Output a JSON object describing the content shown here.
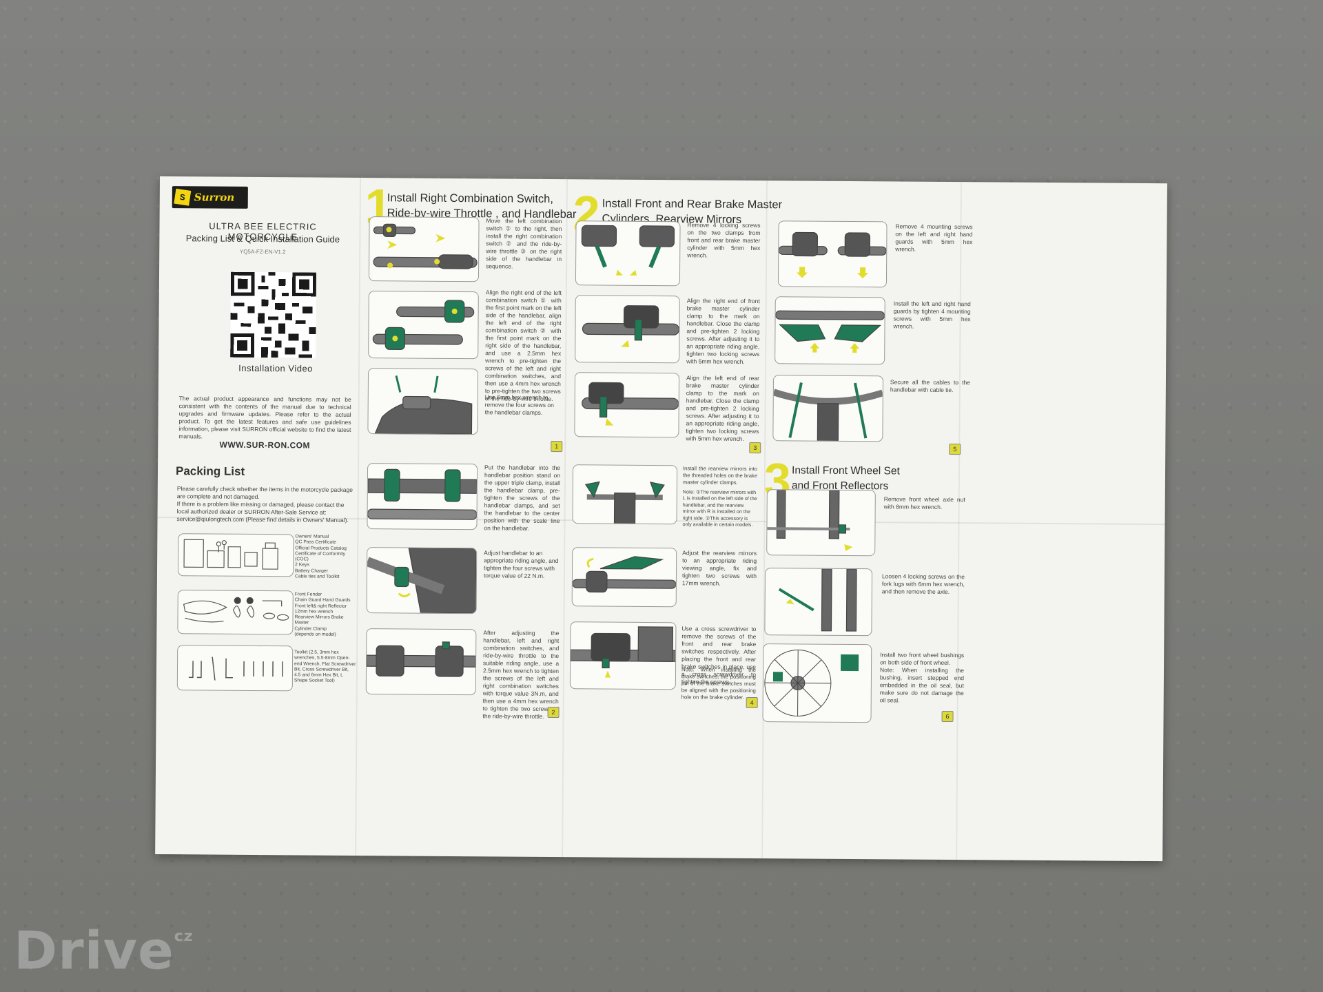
{
  "brand": {
    "logo_text": "Surron"
  },
  "cover": {
    "model": "ULTRA  BEE ELECTRIC  MOTORCYCLE",
    "subtitle": "Packing List & Quick Installation Guide",
    "code": "YQ5A-FZ-EN-V1.2",
    "qr_caption": "Installation Video",
    "disclaimer": "The actual product appearance and functions may not be consistent with the contents of the manual due to technical upgrades and firmware updates. Please refer to the actual product. To get the latest features and safe use guidelines information, please visit SURRON official website to find the latest manuals.",
    "website": "WWW.SUR-RON.COM"
  },
  "packing": {
    "title": "Packing List",
    "intro": "Please carefully check whether the items in the motorcycle package are complete and not damaged.\nIf there is a problem like missing or damaged, please contact the local authorized dealer or SURRON After-Sale Service at:\nservice@qiulongtech.com (Please find details in Owners' Manual).",
    "groups": [
      {
        "items": "Owners' Manual\nQC Pass Certificate\nOfficial Products Catalog\nCertificate of Conformity (COC)\n2 Keys\nBattery Charger\nCable ties and Toolkit"
      },
      {
        "items": "Front Fender\nChain Guard  Hand Guards\nFront left& right Reflector\n12mm hex wrench\nRearview Mirrors  Brake Master\nCylinder Clamp\n(depends on model)"
      },
      {
        "items": "Toolkit (2.5, 3mm hex wrenches, 5.5-8mm Open-end Wrench, Flat Screwdriver Bit, Cross Screwdriver Bit, 4.5 and 6mm Hex Bit, L Shape Socket Tool)"
      }
    ]
  },
  "step1": {
    "number": "1",
    "title": "Install Right Combination Switch,\nRide-by-wire  Throttle , and  Handlebar",
    "texts": [
      "Move the left combination switch ① to the right, then install the right combination switch ② and the ride-by-wire throttle ③ on the right side of the handlebar in sequence.",
      "Align the right end of the left combination switch ① with the first point mark on the left side of the handlebar, align the left end of the right combination switch ② with the first point mark on the right side of the handlebar, and use a 2.5mm hex wrench to pre-tighten the screws of the left and right combination switches, and then use a 4mm hex wrench to pre-tighten the two screws of the ride-by-wire throttle.",
      "Use 6mm hex wrench to remove the four screws on the handlebar clamps.",
      "Put the handlebar into the handlebar position stand on the upper triple clamp, install the handlebar clamp, pre-tighten the screws of the handlebar clamps, and set the handlebar to the center position with the scale line on the handlebar.",
      "Adjust handlebar to an appropriate riding angle, and tighten the four screws with torque value of 22 N.m.",
      "After adjusting the handlebar, left and right combination switches, and ride-by-wire throttle to the suitable riding angle, use a 2.5mm hex wrench to tighten the screws of the left and right combination switches with torque value 3N.m, and then use a 4mm hex wrench to tighten the two screws of the ride-by-wire throttle."
    ],
    "page_top": "1",
    "page_bottom": "2"
  },
  "step2": {
    "number": "2",
    "title": "Install Front and Rear Brake Master\nCylinders, Rearview Mirrors",
    "texts": [
      "Remove 4 locking screws on the two clamps from front and rear brake master cylinder with 5mm hex wrench.",
      "Align the right end of front brake master cylinder clamp to the mark on handlebar. Close the clamp and pre-tighten 2 locking screws. After adjusting it to an appropriate riding angle, tighten two locking screws with 5mm hex wrench.",
      "Align the left end of rear brake master cylinder clamp to the mark on handlebar. Close the clamp and pre-tighten 2 locking screws. After adjusting it to an appropriate riding angle, tighten two locking screws with 5mm hex wrench.",
      "Install the rearview mirrors into the threaded holes on the brake master cylinder clamps.",
      "Note: ①The rearview mirrors with L is installed on the left side of the handlebar, and the rearview mirror with R is installed on the right side. ②This accessory is only available in certain models.",
      "Adjust the rearview mirrors to an appropriate riding viewing angle, fix and tighten two screws with 17mm wrench.",
      "Use a cross screwdriver to remove the screws of the front and rear brake switches respectively. After placing the front and rear brake switches in place, use a cross screwdriver to tighten the screws.",
      "Note: When installing the brake switches, the positioning pin of the brake switches must be aligned with the positioning hole on the brake cylinder."
    ],
    "page_top": "3",
    "page_bottom": "4"
  },
  "step_guards": {
    "texts": [
      "Remove 4 mounting screws on the left and right hand guards with 5mm hex wrench.",
      "Install the left and right hand guards by tighten 4 mounting screws with 5mm hex wrench.",
      "Secure all the cables to the handlebar with cable tie."
    ],
    "page": "5"
  },
  "step3": {
    "number": "3",
    "title": "Install Front Wheel Set\nand Front Reflectors",
    "texts": [
      "Remove front wheel axle nut with 8mm hex wrench.",
      "Loosen 4 locking screws on the fork lugs with 6mm hex wrench, and then remove the axle.",
      "Install two front wheel bushings on both side of front wheel.",
      "Note: When installing the bushing, insert stepped end embedded in the oil seal, but make sure do not damage the oil seal."
    ],
    "page": "6"
  },
  "watermark": {
    "text": "Drive",
    "suffix": "cz"
  },
  "colors": {
    "accent_yellow": "#e2dd2c",
    "part_green": "#1f7a55",
    "paper": "#f3f3ef"
  }
}
